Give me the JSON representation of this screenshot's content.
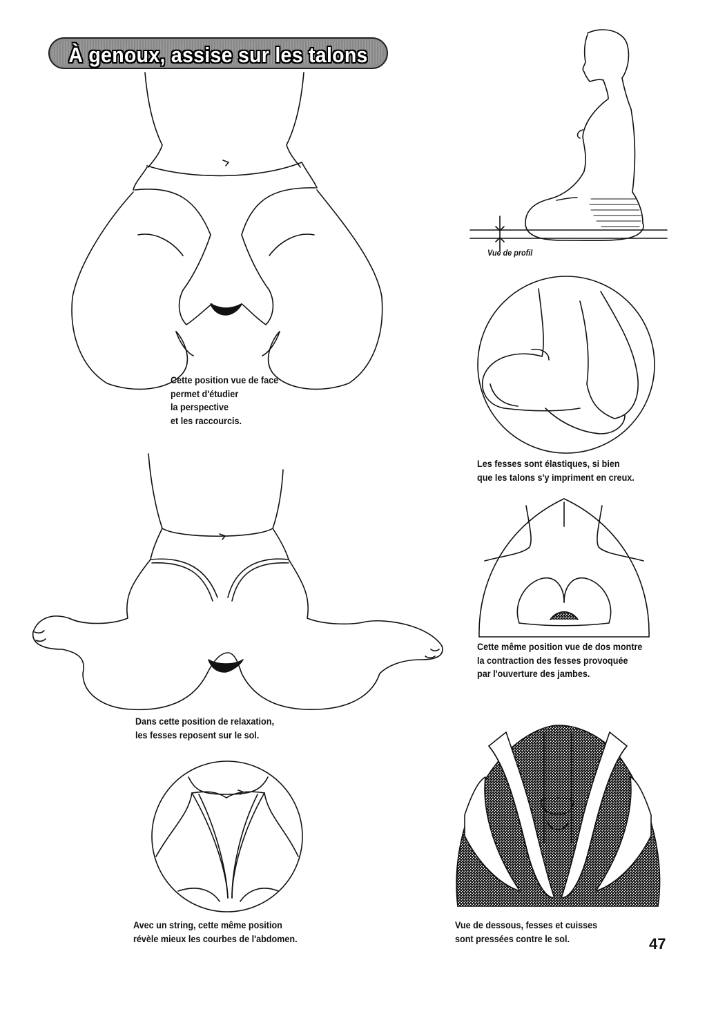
{
  "title": "À genoux, assise sur les talons",
  "page_number": "47",
  "labels": {
    "profile_view": "Vue de profil"
  },
  "captions": {
    "front_view": [
      "Cette position vue de face",
      "permet d'étudier",
      "la perspective",
      "et les raccourcis."
    ],
    "heels": [
      "Les fesses sont élastiques, si bien",
      "que les talons s'y impriment en creux."
    ],
    "back_view": [
      "Cette même position vue de dos montre",
      "la contraction des fesses provoquée",
      "par l'ouverture des jambes."
    ],
    "relaxation": [
      "Dans cette position de relaxation,",
      "les fesses reposent sur le sol."
    ],
    "string": [
      "Avec un string, cette même position",
      "révèle mieux les courbes de l'abdomen."
    ],
    "below_view": [
      "Vue de dessous, fesses et cuisses",
      "sont pressées contre le sol."
    ]
  },
  "colors": {
    "banner_fill": "#8f8f8f",
    "ink": "#111111",
    "paper": "#ffffff"
  },
  "icons": [
    "kneeling-front-illustration",
    "kneeling-profile-illustration",
    "heels-closeup-illustration",
    "back-view-closeup-illustration",
    "relaxed-sitting-illustration",
    "string-closeup-illustration",
    "below-view-closeup-illustration"
  ]
}
